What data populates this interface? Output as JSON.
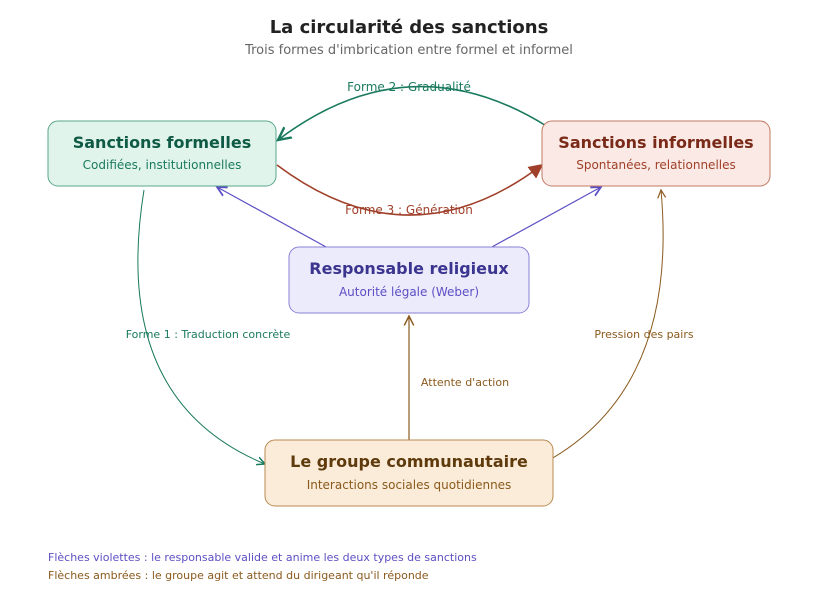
{
  "title": "La circularité des sanctions",
  "subtitle": "Trois formes d'imbrication entre formel et informel",
  "nodes": {
    "formelles": {
      "title": "Sanctions formelles",
      "subtitle": "Codifiées, institutionnelles"
    },
    "informelles": {
      "title": "Sanctions informelles",
      "subtitle": "Spontanées, relationnelles"
    },
    "responsable": {
      "title": "Responsable religieux",
      "subtitle": "Autorité légale (Weber)"
    },
    "groupe": {
      "title": "Le groupe communautaire",
      "subtitle": "Interactions sociales quotidiennes"
    }
  },
  "edges": {
    "forme1": "Forme 1 : Traduction concrète",
    "forme2": "Forme 2 : Gradualité",
    "forme3": "Forme 3 : Génération",
    "pression": "Pression des pairs",
    "attente": "Attente d'action"
  },
  "legend": {
    "violet": "Flèches violettes : le responsable valide et anime les deux types de sanctions",
    "ambre": "Flèches ambrées : le groupe agit et attend du dirigeant qu'il réponde"
  },
  "colors": {
    "green": "#1a7a5e",
    "rust": "#a0402a",
    "purple": "#5b4fc4",
    "amber": "#8a5a1e"
  }
}
